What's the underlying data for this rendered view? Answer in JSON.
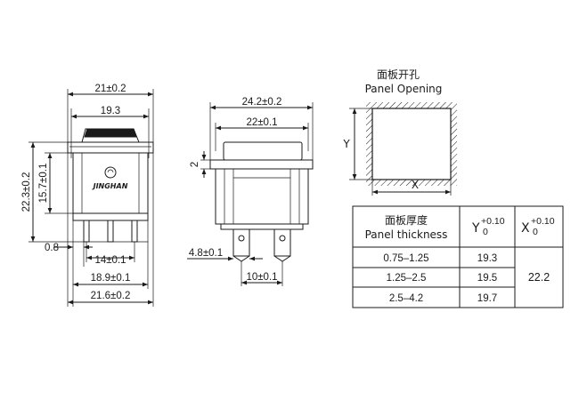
{
  "front_view": {
    "dims": {
      "width_top": "21±0.2",
      "width_body": "19.3",
      "height_total": "22.3±0.2",
      "height_body": "15.7±0.1",
      "left_offset": "0.8",
      "pin_pitch": "14±0.1",
      "base_width": "18.9±0.1",
      "total_width": "21.6±0.2"
    },
    "brand": "JINGHAN"
  },
  "side_view": {
    "dims": {
      "total_width": "24.2±0.2",
      "body_width": "22±0.1",
      "flange": "2",
      "terminal_width": "4.8±0.1",
      "terminal_pitch": "10±0.1"
    }
  },
  "panel": {
    "title_cn": "面板开孔",
    "title_en": "Panel Opening",
    "x_label": "X",
    "y_label": "Y"
  },
  "table": {
    "header": {
      "thickness_cn": "面板厚度",
      "thickness_en": "Panel thickness",
      "y_main": "Y",
      "y_sup": "+0.10",
      "y_sub": "0",
      "x_main": "X",
      "x_sup": "+0.10",
      "x_sub": "0"
    },
    "rows": [
      {
        "thickness": "0.75–1.25",
        "y": "19.3"
      },
      {
        "thickness": "1.25–2.5",
        "y": "19.5"
      },
      {
        "thickness": "2.5–4.2",
        "y": "19.7"
      }
    ],
    "x_value": "22.2"
  }
}
